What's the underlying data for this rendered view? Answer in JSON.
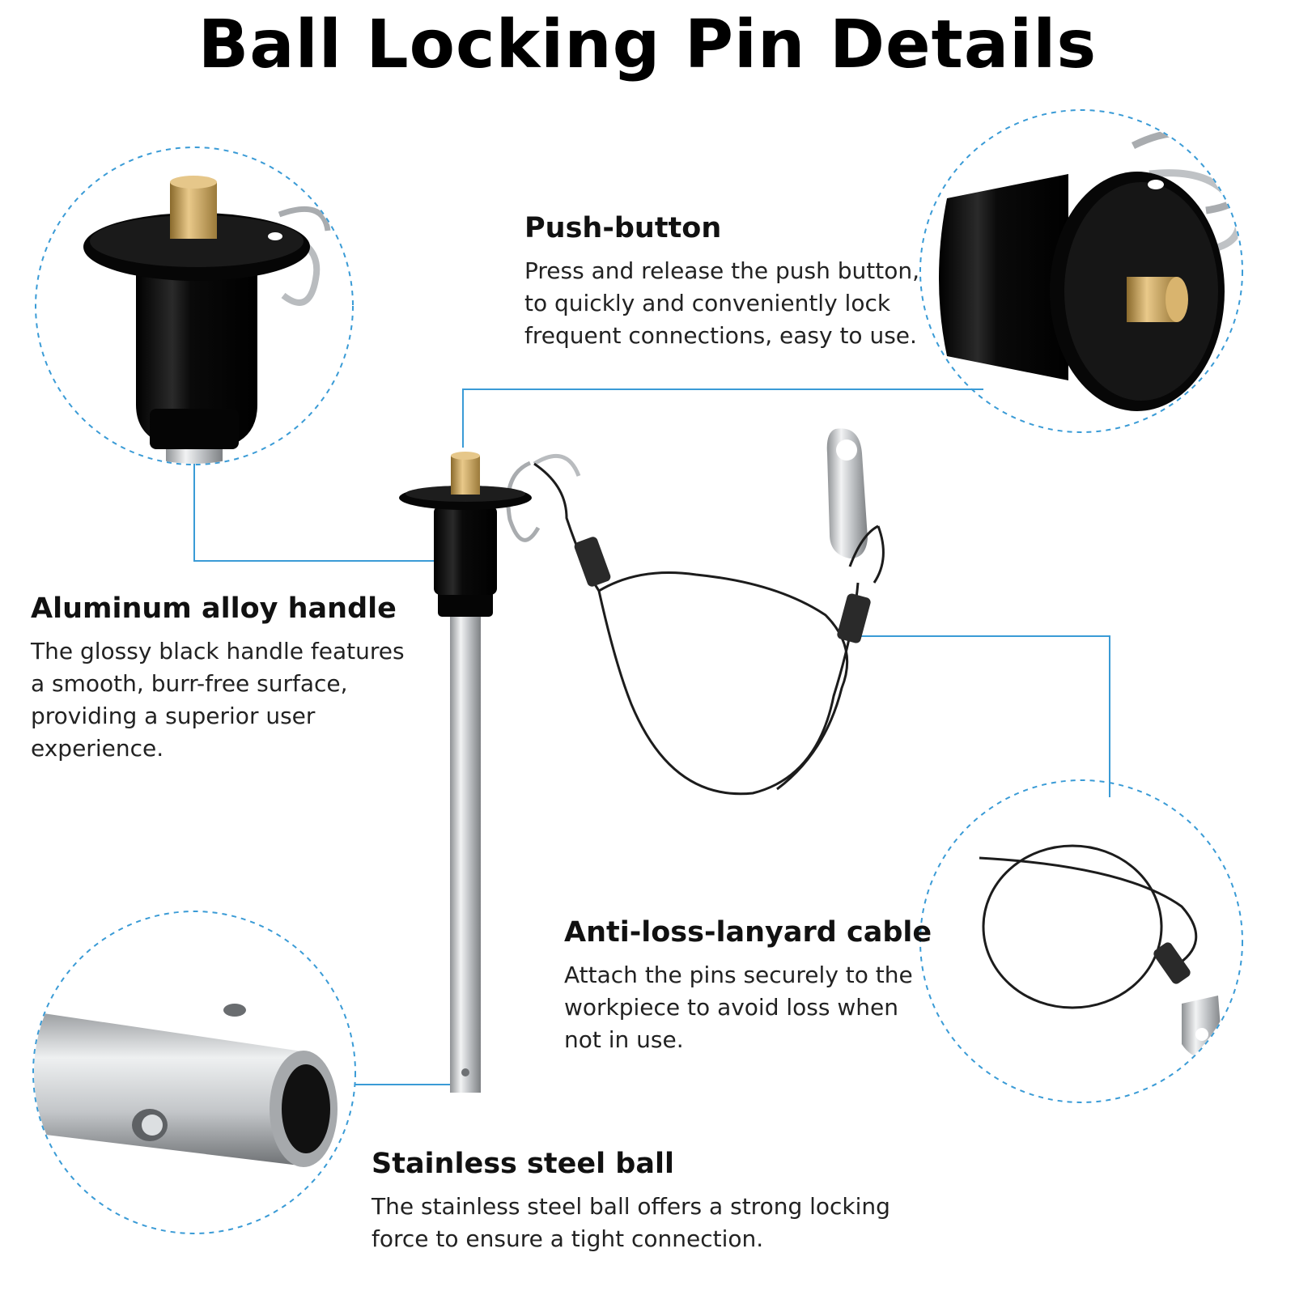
{
  "title": "Ball Locking Pin Details",
  "colors": {
    "callout_line": "#3a9bd6",
    "handle": "#0c0c0c",
    "brass": "#c9a35a",
    "steel": "#c9cbcd",
    "cable": "#1c1c1c"
  },
  "features": {
    "push_button": {
      "heading": "Push-button",
      "lines": [
        "Press and release the push button,",
        "to quickly and conveniently lock",
        "frequent connections, easy to use."
      ]
    },
    "handle": {
      "heading": "Aluminum alloy handle",
      "lines": [
        "The glossy black handle features",
        "a smooth, burr-free surface,",
        "providing a superior user",
        "experience."
      ]
    },
    "cable": {
      "heading": "Anti-loss-lanyard cable",
      "lines": [
        "Attach the pins securely to the",
        "workpiece to avoid loss when",
        "not in use."
      ]
    },
    "ball": {
      "heading": "Stainless steel ball",
      "lines": [
        "The stainless steel ball offers a strong locking",
        "force to ensure a tight connection."
      ]
    }
  },
  "icons": [
    "handle-detail-icon",
    "push-button-detail-icon",
    "cable-detail-icon",
    "ball-detail-icon",
    "ball-locking-pin-icon"
  ]
}
